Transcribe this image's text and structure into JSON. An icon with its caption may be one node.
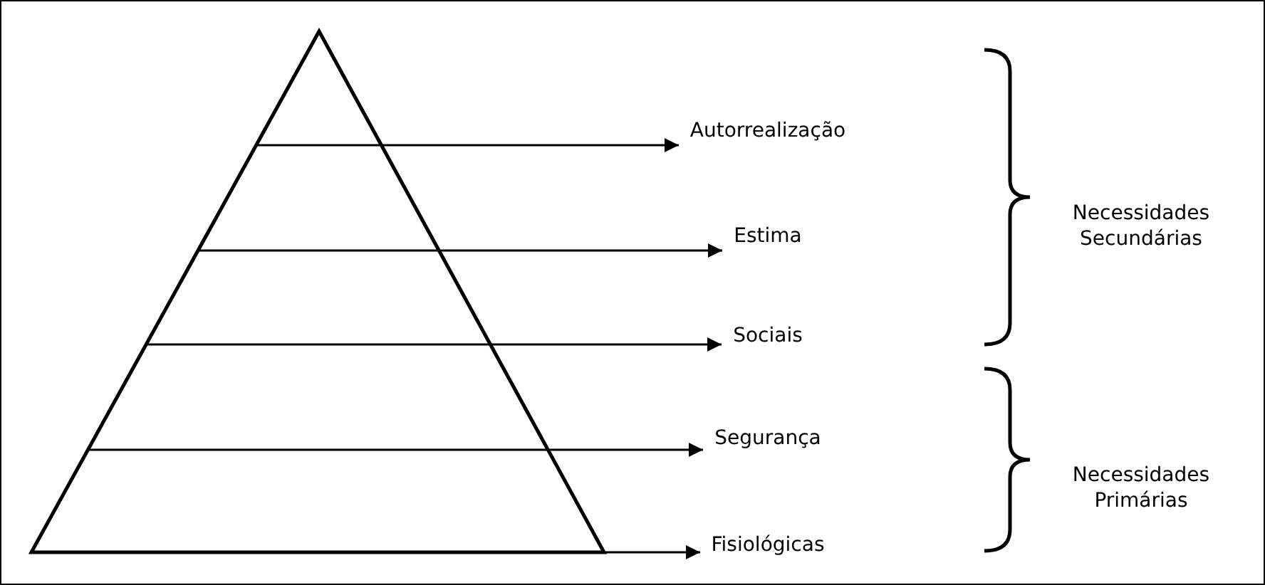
{
  "diagram": {
    "nodes": [
      {
        "text": [],
        "shape": "triangle"
      },
      {
        "text": [
          "Autorrealização"
        ]
      },
      {
        "text": [
          "Estima"
        ]
      },
      {
        "text": [
          "Sociais"
        ]
      },
      {
        "text": [
          "Segurança"
        ]
      },
      {
        "text": [
          "Fisiológicas"
        ]
      }
    ],
    "edges": [
      {
        "from": 0,
        "to": 1,
        "arrow": "to"
      },
      {
        "from": 0,
        "to": 2,
        "arrow": "to"
      },
      {
        "from": 0,
        "to": 3,
        "arrow": "to"
      },
      {
        "from": 0,
        "to": 4,
        "arrow": "to"
      },
      {
        "from": 0,
        "to": 5,
        "arrow": "to"
      }
    ],
    "labels": [
      "Necessidades Secundárias",
      "Necessidades Primárias"
    ]
  }
}
